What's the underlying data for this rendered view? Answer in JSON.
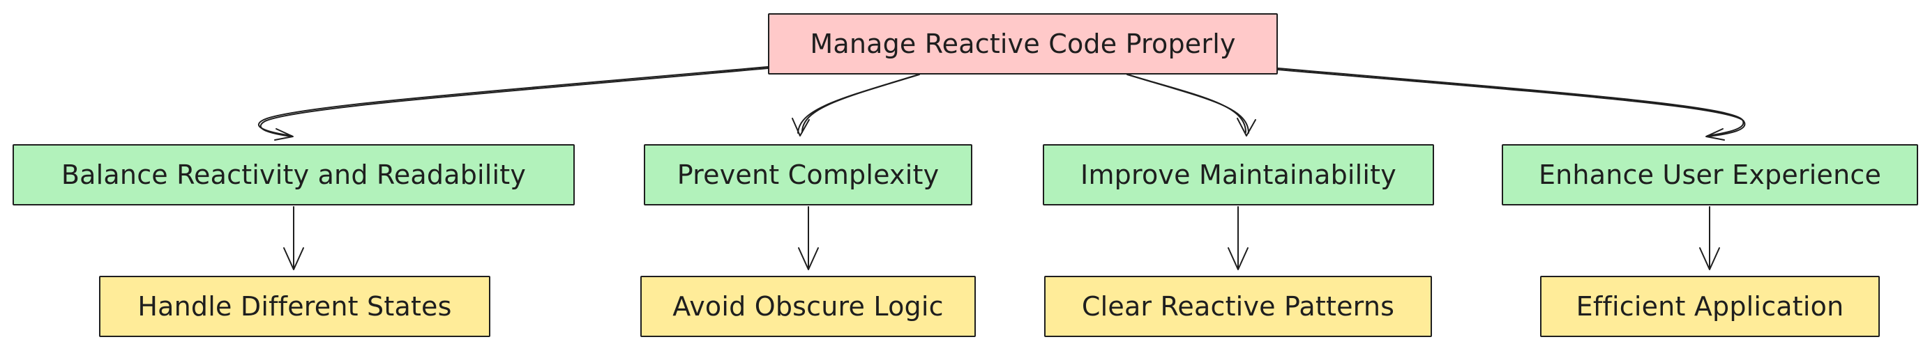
{
  "diagram": {
    "root": {
      "label": "Manage Reactive Code Properly"
    },
    "branches": [
      {
        "label": "Balance Reactivity and Readability",
        "child": {
          "label": "Handle Different States"
        }
      },
      {
        "label": "Prevent Complexity",
        "child": {
          "label": "Avoid Obscure Logic"
        }
      },
      {
        "label": "Improve Maintainability",
        "child": {
          "label": "Clear Reactive Patterns"
        }
      },
      {
        "label": "Enhance User Experience",
        "child": {
          "label": "Efficient Application"
        }
      }
    ],
    "colors": {
      "root_fill": "#ffc9c9",
      "branch_fill": "#b2f2bb",
      "leaf_fill": "#ffec99",
      "stroke": "#1e1e1e"
    }
  }
}
